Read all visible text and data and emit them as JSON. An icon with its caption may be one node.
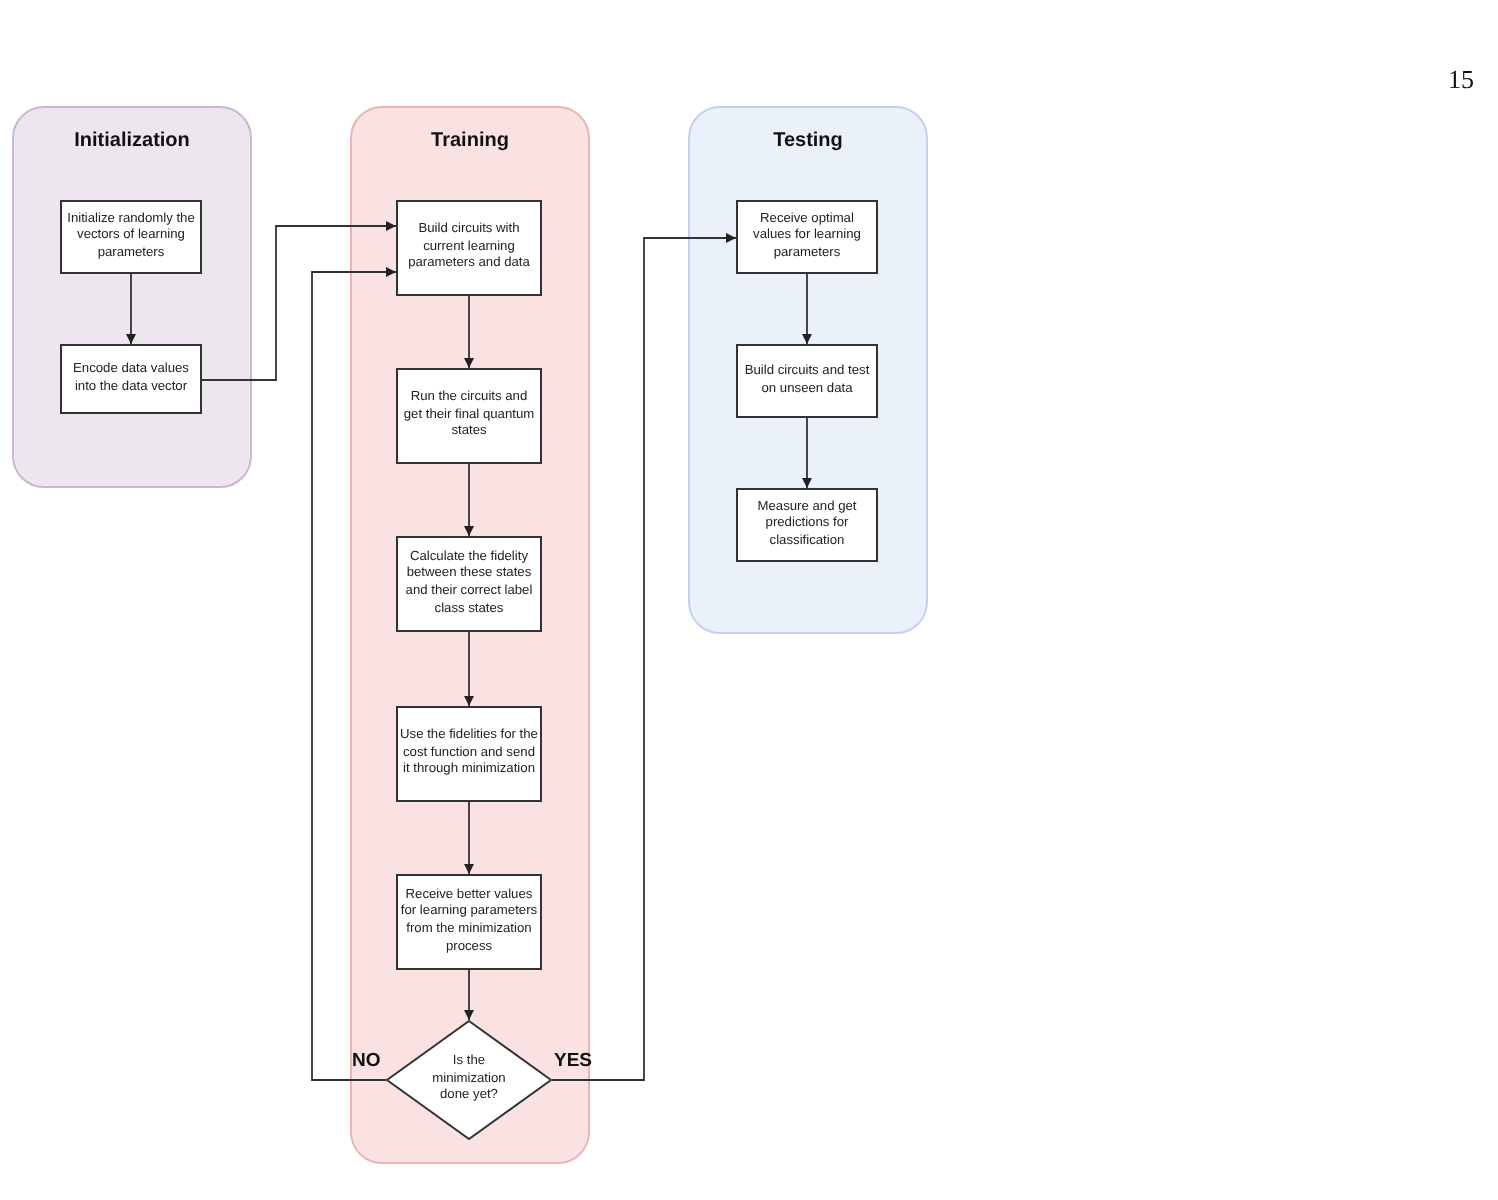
{
  "diagram": {
    "nodes": [
      {
        "text": [
          "Initialization"
        ]
      },
      {
        "text": [
          "Initialize randomly the vectors of learning parameters"
        ],
        "in": 0
      },
      {
        "text": [
          "Encode data values into the data vector"
        ],
        "in": 0
      },
      {
        "text": [
          "Training"
        ]
      },
      {
        "text": [
          "Build circuits with current learning parameters and data"
        ],
        "in": 3
      },
      {
        "text": [
          "Run the circuits and get their final quantum states"
        ],
        "in": 3
      },
      {
        "text": [
          "Calculate the fidelity between these states and their correct label class states"
        ],
        "in": 3
      },
      {
        "text": [
          "Use the fidelities for the cost function and send it through minimization"
        ],
        "in": 3
      },
      {
        "text": [
          "Receive better values for learning parameters from the minimization process"
        ],
        "in": 3
      },
      {
        "text": [
          "Is the minimization done yet?"
        ],
        "in": 3
      },
      {
        "text": [
          "Testing"
        ]
      },
      {
        "text": [
          "Receive optimal values for learning parameters"
        ],
        "in": 10
      },
      {
        "text": [
          "Build circuits and test on unseen data"
        ],
        "in": 10
      },
      {
        "text": [
          "Measure and get predictions for classification"
        ],
        "in": 10
      }
    ],
    "edges": [
      {
        "from": 1,
        "to": 2,
        "arrow": "to"
      },
      {
        "from": 2,
        "to": 4,
        "arrow": "to"
      },
      {
        "from": 4,
        "to": 5,
        "arrow": "to"
      },
      {
        "from": 5,
        "to": 6,
        "arrow": "to"
      },
      {
        "from": 6,
        "to": 7,
        "arrow": "to"
      },
      {
        "from": 7,
        "to": 8,
        "arrow": "to"
      },
      {
        "from": 8,
        "to": 9,
        "arrow": "to"
      },
      {
        "from": 9,
        "to": 4,
        "label": "NO",
        "arrow": "to"
      },
      {
        "from": 9,
        "to": 11,
        "label": "YES",
        "arrow": "to"
      },
      {
        "from": 11,
        "to": 12,
        "arrow": "to"
      },
      {
        "from": 12,
        "to": 13,
        "arrow": "to"
      }
    ],
    "labels": [
      "15"
    ]
  }
}
